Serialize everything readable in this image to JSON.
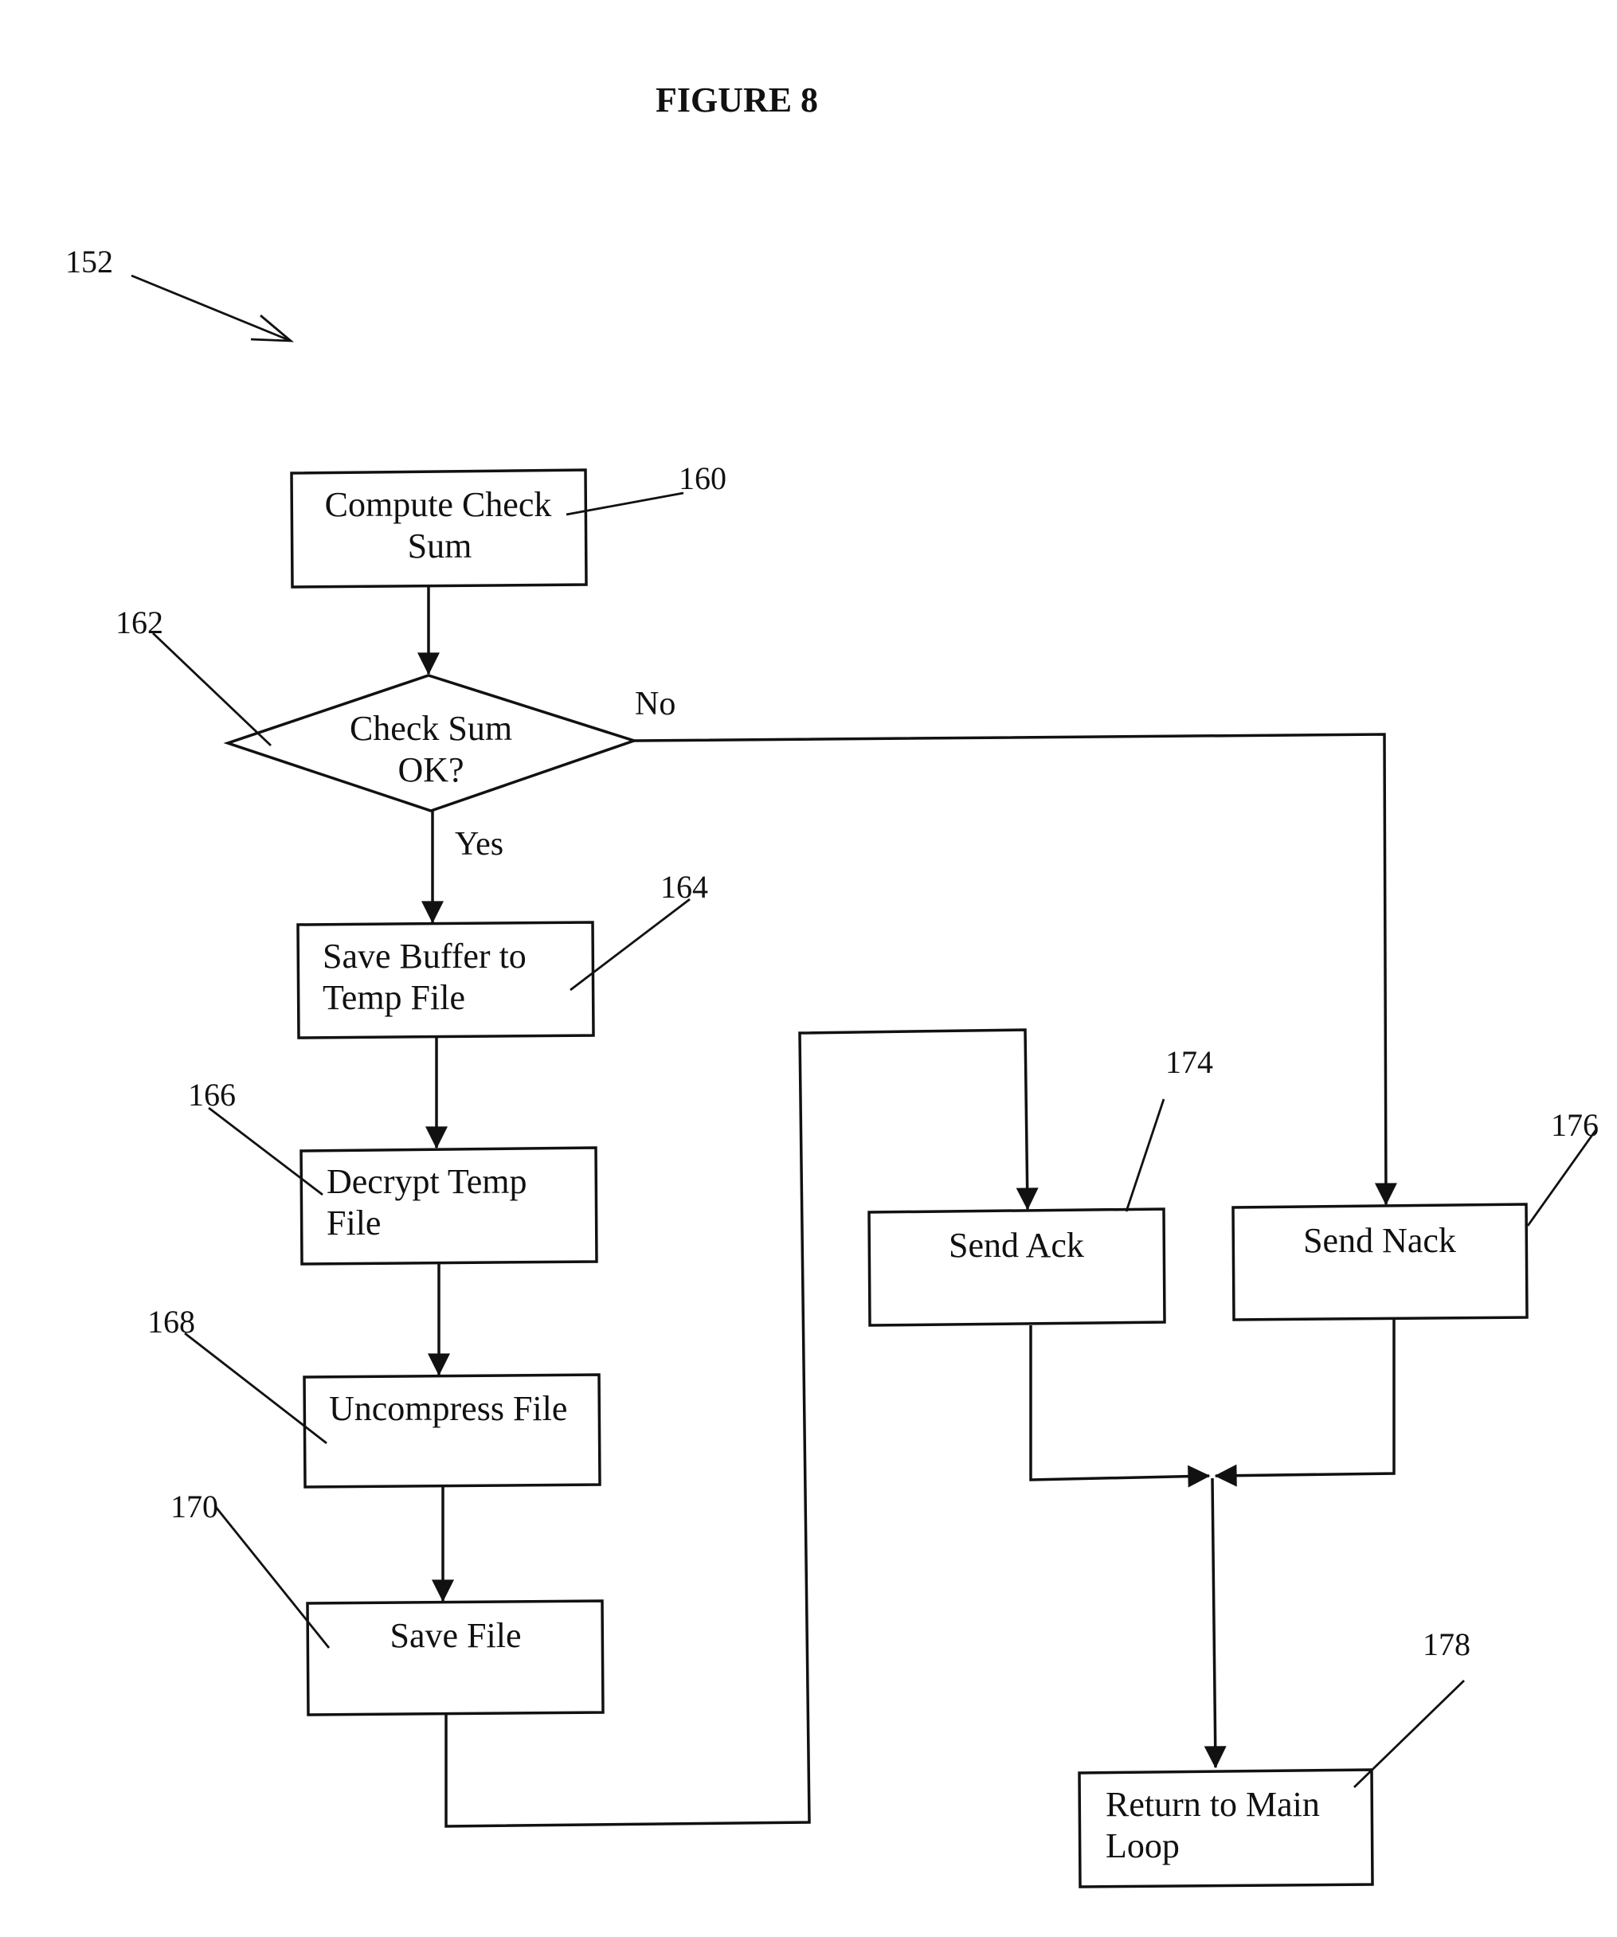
{
  "figure": {
    "title": "FIGURE 8",
    "reference": "152"
  },
  "nodes": {
    "compute_check_sum": {
      "ref": "160",
      "lines": [
        "Compute Check",
        "Sum"
      ]
    },
    "check_sum_ok": {
      "ref": "162",
      "lines": [
        "Check Sum",
        "OK?"
      ]
    },
    "save_buffer": {
      "ref": "164",
      "lines": [
        "Save Buffer to",
        "Temp File"
      ]
    },
    "decrypt_temp_file": {
      "ref": "166",
      "lines": [
        "Decrypt Temp",
        "File"
      ]
    },
    "uncompress_file": {
      "ref": "168",
      "lines": [
        "Uncompress File"
      ]
    },
    "save_file": {
      "ref": "170",
      "lines": [
        "Save File"
      ]
    },
    "send_ack": {
      "ref": "174",
      "lines": [
        "Send Ack"
      ]
    },
    "send_nack": {
      "ref": "176",
      "lines": [
        "Send  Nack"
      ]
    },
    "return_main_loop": {
      "ref": "178",
      "lines": [
        "Return to Main",
        "Loop"
      ]
    }
  },
  "edge_labels": {
    "no": "No",
    "yes": "Yes"
  }
}
